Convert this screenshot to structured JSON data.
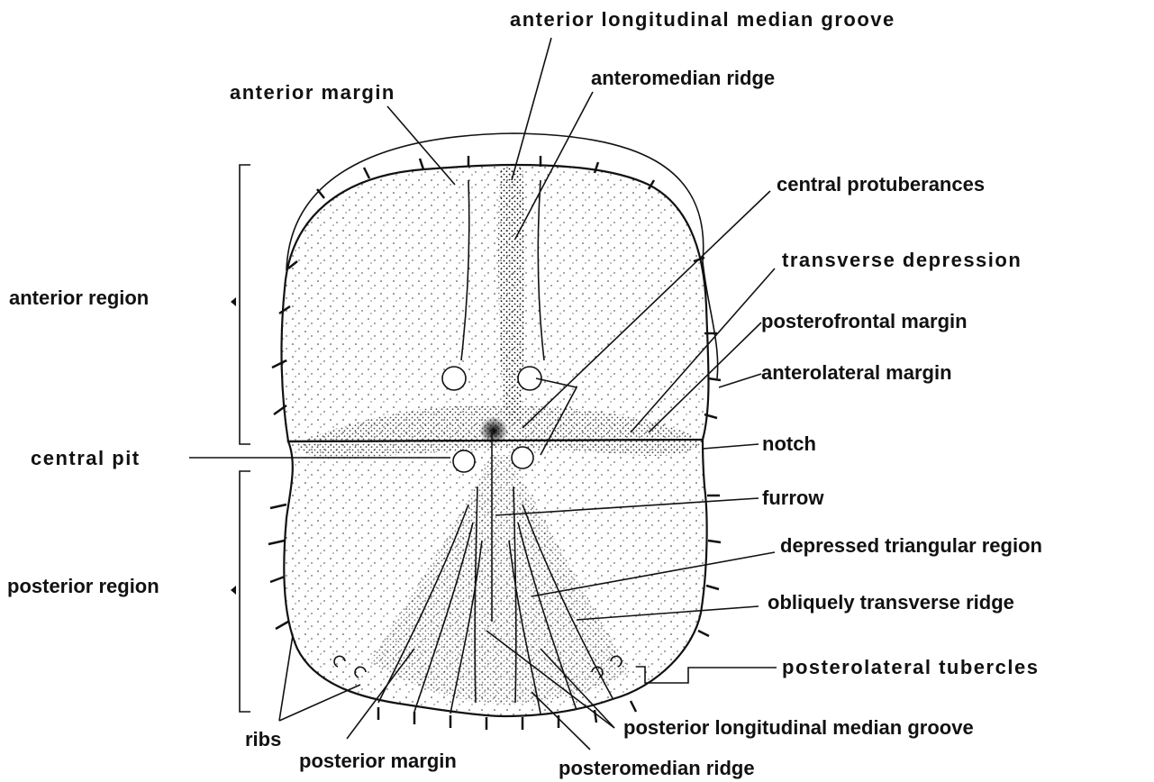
{
  "labels": {
    "anterior_longitudinal_median_groove": "anterior longitudinal median groove",
    "anteromedian_ridge": "anteromedian ridge",
    "anterior_margin": "anterior margin",
    "central_protuberances": "central protuberances",
    "transverse_depression": "transverse depression",
    "posterofrontal_margin": "posterofrontal margin",
    "anterolateral_margin": "anterolateral margin",
    "notch": "notch",
    "anterior_region": "anterior region",
    "central_pit": "central pit",
    "furrow": "furrow",
    "depressed_triangular_region": "depressed triangular region",
    "obliquely_transverse_ridge": "obliquely transverse ridge",
    "posterior_region": "posterior region",
    "posterolateral_tubercles": "posterolateral tubercles",
    "posterior_longitudinal_median_groove": "posterior longitudinal median groove",
    "ribs": "ribs",
    "posterior_margin": "posterior margin",
    "posteromedian_ridge": "posteromedian ridge"
  },
  "colors": {
    "ink": "#111111",
    "stipple": "#222222",
    "paper": "#ffffff"
  }
}
